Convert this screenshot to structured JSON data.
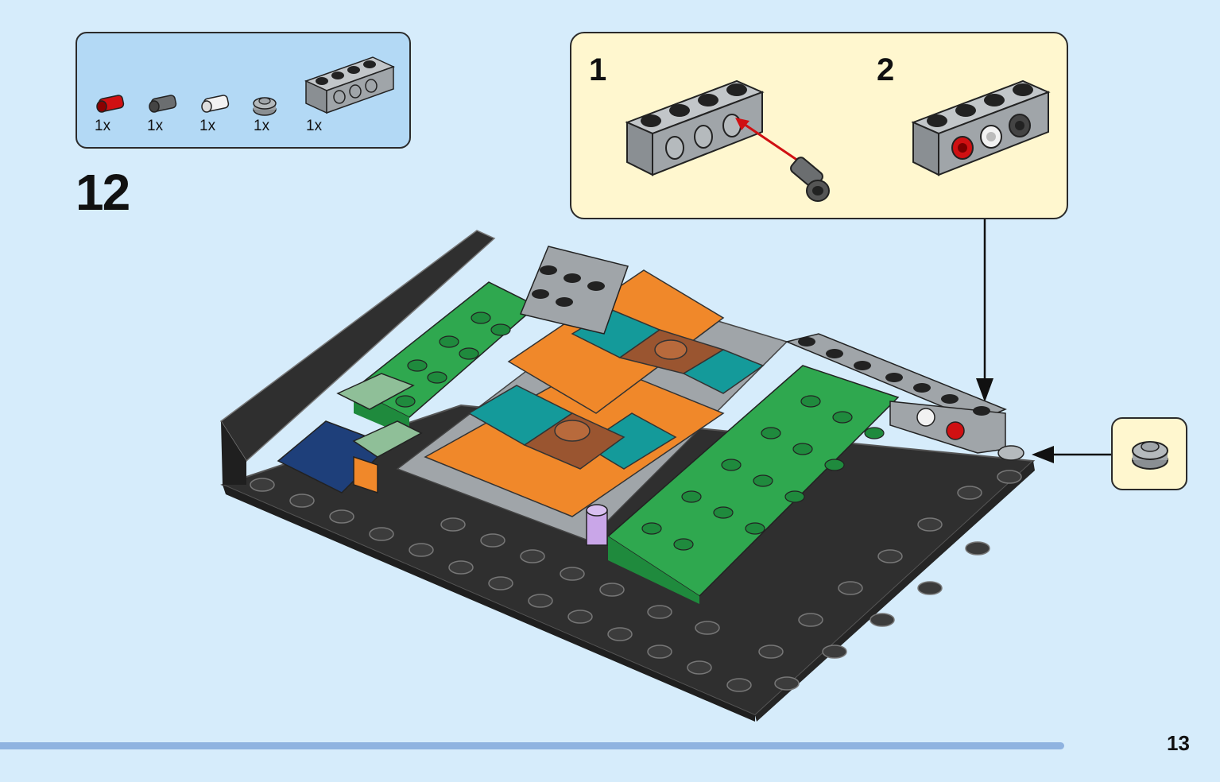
{
  "step": {
    "number": "12"
  },
  "parts_list": [
    {
      "name": "red technic pin",
      "quantity": "1x",
      "color": "#d01012"
    },
    {
      "name": "dark grey technic pin",
      "quantity": "1x",
      "color": "#6b6e70"
    },
    {
      "name": "white technic pin",
      "quantity": "1x",
      "color": "#f2f2f2"
    },
    {
      "name": "round plate 1x1",
      "quantity": "1x",
      "color": "#a0a5a9"
    },
    {
      "name": "technic brick 1x4",
      "quantity": "1x",
      "color": "#a0a5a9"
    }
  ],
  "callout": {
    "sub_steps": [
      "1",
      "2"
    ]
  },
  "progress": {
    "fraction": 0.934
  },
  "page": {
    "number": "13"
  },
  "colors": {
    "background": "#d6ecfb",
    "parts_box": "#b3d9f5",
    "callout": "#fff7cf",
    "progress": "#8fb3e0",
    "green": "#2fa84f",
    "orange": "#f0882a",
    "teal": "#149a9a",
    "black_plate": "#2f2f2f",
    "light_grey": "#a0a5a9"
  }
}
